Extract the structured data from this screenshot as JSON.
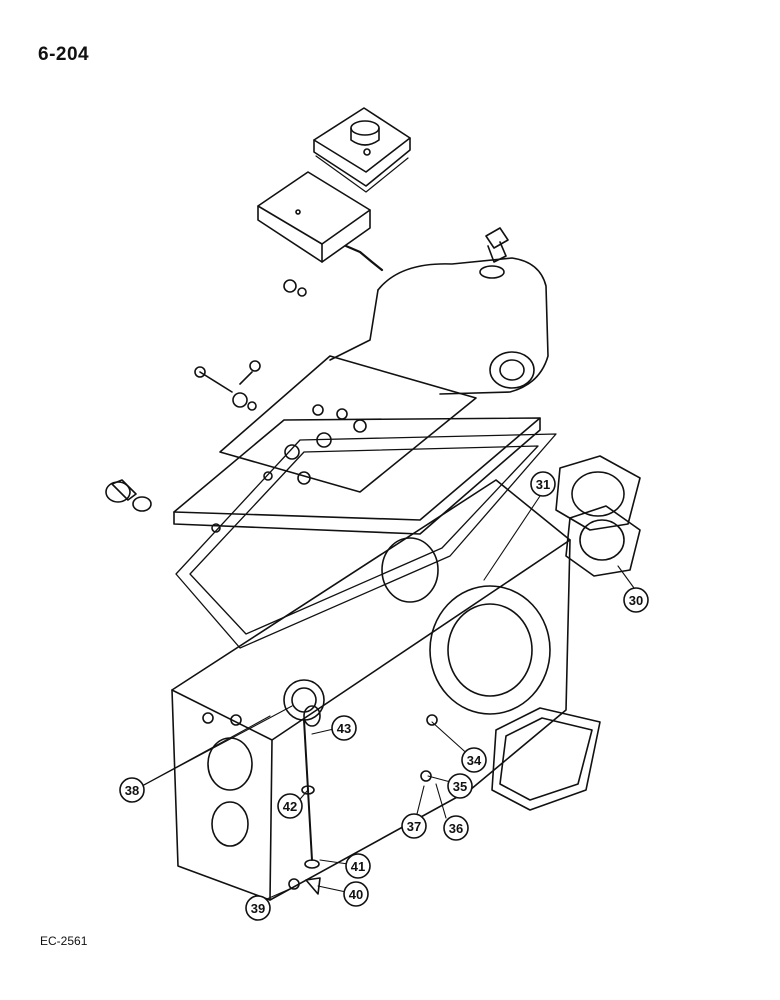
{
  "page": {
    "number": "6-204",
    "figure_code": "EC-2561"
  },
  "callouts": [
    "30",
    "31",
    "34",
    "35",
    "36",
    "37",
    "38",
    "39",
    "40",
    "41",
    "42",
    "43"
  ]
}
